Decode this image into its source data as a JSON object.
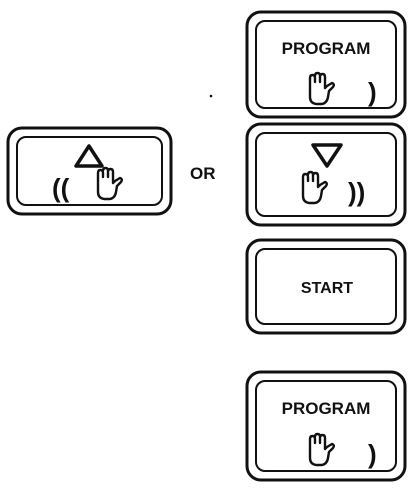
{
  "diagram": {
    "or_label": "OR",
    "keys": {
      "back_up": {
        "symbol_icon": "triangle-up-icon",
        "arrows": "((",
        "hand_icon": "hand-icon"
      },
      "program_top": {
        "label": "PROGRAM",
        "hand_icon": "hand-icon",
        "arrow": ")"
      },
      "forward_down": {
        "symbol_icon": "triangle-down-icon",
        "hand_icon": "hand-icon",
        "arrows": "))"
      },
      "start": {
        "label": "START"
      },
      "program_bottom": {
        "label": "PROGRAM",
        "hand_icon": "hand-icon",
        "arrow": ")"
      }
    }
  }
}
